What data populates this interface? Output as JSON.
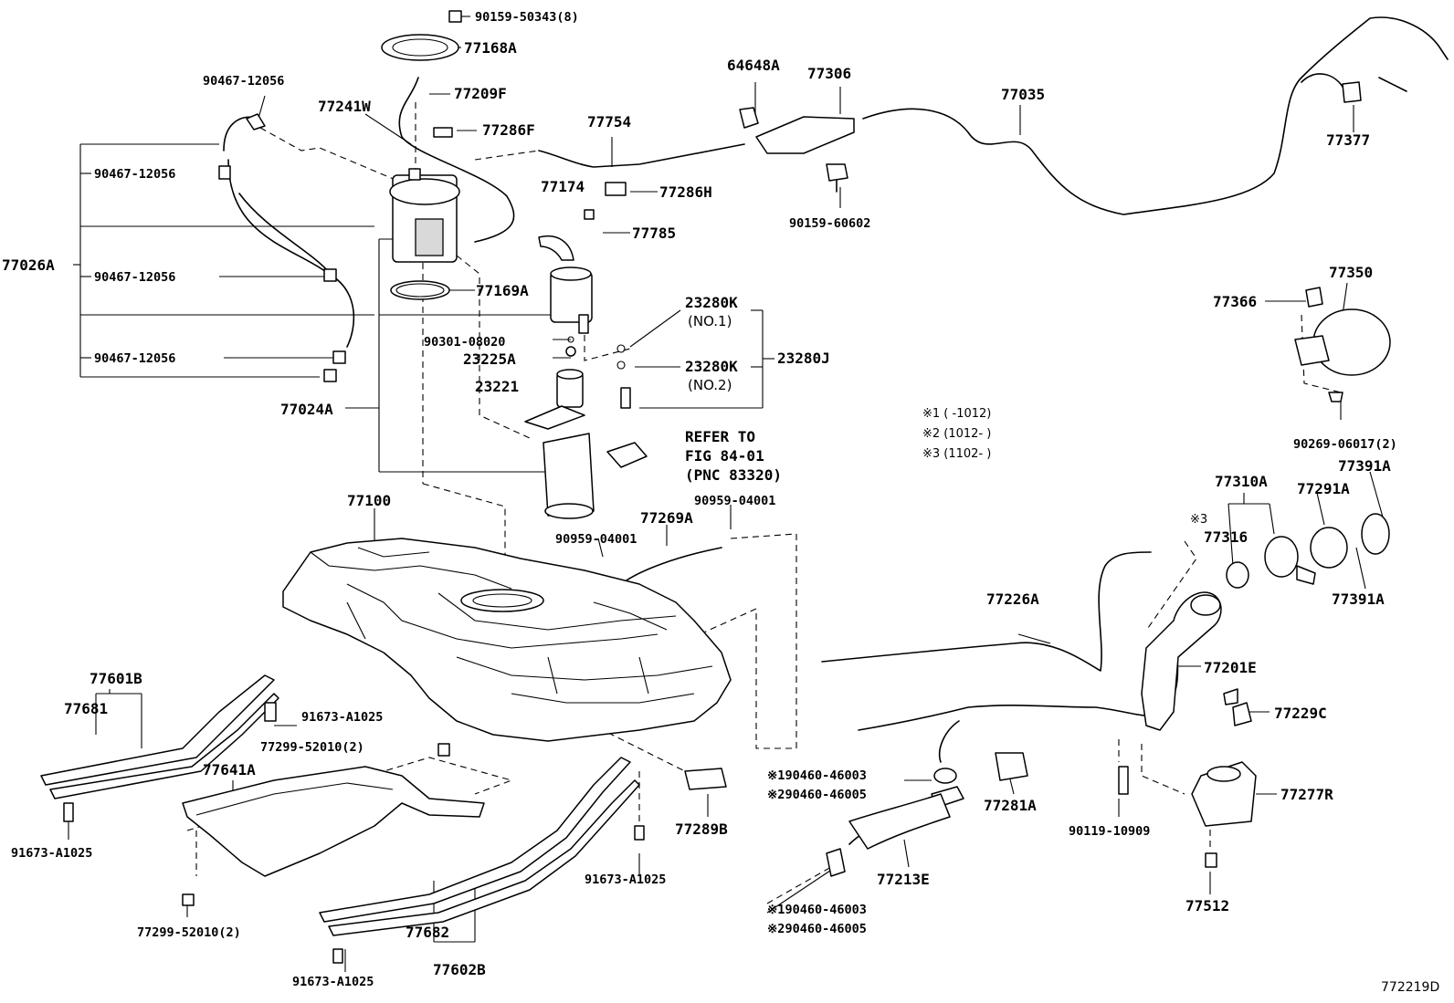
{
  "diagram_code": "772219D",
  "notes": [
    "※1 (   -1012)",
    "※2 (1012-   )",
    "※3 (1102-   )"
  ],
  "refer": {
    "line1": "REFER TO",
    "line2": "FIG 84-01",
    "line3": "(PNC 83320)"
  },
  "labels": {
    "p90159_50343": "90159-50343(8)",
    "p77168A": "77168A",
    "p90467_12056_top": "90467-12056",
    "p77209F": "77209F",
    "p77241W": "77241W",
    "p77286F": "77286F",
    "p77754": "77754",
    "p64648A": "64648A",
    "p77306": "77306",
    "p77035": "77035",
    "p77377": "77377",
    "p90467_12056_a": "90467-12056",
    "p77174": "77174",
    "p77286H": "77286H",
    "p90159_60602": "90159-60602",
    "p77785": "77785",
    "p77026A": "77026A",
    "p90467_12056_b": "90467-12056",
    "p77169A": "77169A",
    "p23280K_1": "23280K",
    "p23280K_1_sub": "(NO.1)",
    "p77350": "77350",
    "p77366": "77366",
    "p90301_08020": "90301-08020",
    "p90467_12056_c": "90467-12056",
    "p23225A": "23225A",
    "p23280K_2": "23280K",
    "p23280K_2_sub": "(NO.2)",
    "p23280J": "23280J",
    "p23221": "23221",
    "p77024A": "77024A",
    "p90269_06017": "90269-06017(2)",
    "p77391A_top": "77391A",
    "p77310A": "77310A",
    "p77291A": "77291A",
    "p77100": "77100",
    "p90959_04001_a": "90959-04001",
    "p77269A": "77269A",
    "p90959_04001_b": "90959-04001",
    "p77316": "77316",
    "p77316_mark": "※3",
    "p77391A_bottom": "77391A",
    "p77226A": "77226A",
    "p77601B": "77601B",
    "p77681": "77681",
    "p91673_A1025_a": "91673-A1025",
    "p77201E": "77201E",
    "p77229C": "77229C",
    "p77299_52010_a": "77299-52010(2)",
    "p77641A": "77641A",
    "p90460_46003_a": "※190460-46003",
    "p90460_46005_a": "※290460-46005",
    "p77277R": "77277R",
    "p91673_A1025_b": "91673-A1025",
    "p77289B": "77289B",
    "p77281A": "77281A",
    "p90119_10909": "90119-10909",
    "p91673_A1025_c": "91673-A1025",
    "p77213E": "77213E",
    "p77512": "77512",
    "p90460_46003_b": "※190460-46003",
    "p90460_46005_b": "※290460-46005",
    "p77299_52010_b": "77299-52010(2)",
    "p77682": "77682",
    "p91673_A1025_d": "91673-A1025",
    "p77602B": "77602B"
  }
}
